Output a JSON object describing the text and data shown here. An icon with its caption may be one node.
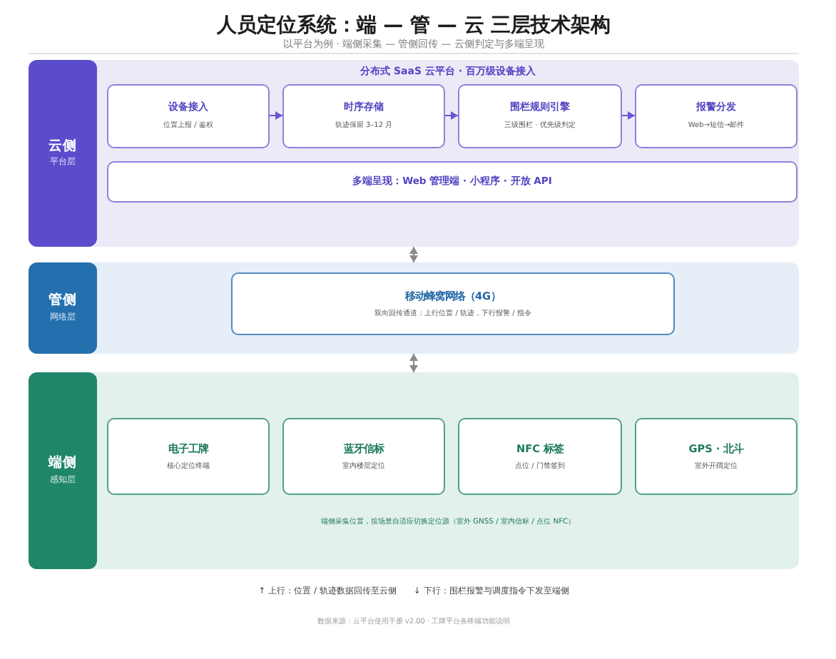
{
  "diagram": {
    "title": "人员定位系统：端 — 管 — 云 三层技术架构",
    "nodes": [
      {
        "text": [
          "云侧",
          "平台层",
          "分布式 SaaS 云平台 · 百万级设备接入"
        ]
      },
      {
        "text": [
          "设备接入",
          "位置上报 / 鉴权"
        ],
        "in": 0
      },
      {
        "text": [
          "时序存储",
          "轨迹保留 3–12 月"
        ],
        "in": 0
      },
      {
        "text": [
          "围栏规则引擎",
          "三级围栏 · 优先级判定"
        ],
        "in": 0
      },
      {
        "text": [
          "报警分发",
          "Web→短信→邮件"
        ],
        "in": 0
      },
      {
        "text": [
          "多端呈现：Web 管理端 · 小程序 · 开放 API"
        ],
        "in": 0
      },
      {
        "text": [
          "管侧",
          "网络层"
        ]
      },
      {
        "text": [
          "移动蜂窝网络（4G）",
          "双向回传通道：上行位置 / 轨迹，下行报警 / 指令"
        ],
        "in": 6
      },
      {
        "text": [
          "端侧",
          "感知层",
          "端侧采集位置，按场景自适应切换定位源（室外 GNSS / 室内信标 / 点位 NFC）"
        ]
      },
      {
        "text": [
          "电子工牌",
          "核心定位终端"
        ],
        "in": 8
      },
      {
        "text": [
          "蓝牙信标",
          "室内楼层定位"
        ],
        "in": 8
      },
      {
        "text": [
          "NFC 标签",
          "点位 / 门禁签到"
        ],
        "in": 8
      },
      {
        "text": [
          "GPS · 北斗",
          "室外开阔定位"
        ],
        "in": 8
      }
    ],
    "edges": [
      {
        "from": 1,
        "to": 2,
        "arrow": "to"
      },
      {
        "from": 2,
        "to": 3,
        "arrow": "to"
      },
      {
        "from": 3,
        "to": 4,
        "arrow": "to"
      },
      {
        "from": 0,
        "to": 6,
        "arrow": "both",
        "color": "#8a8a8a"
      },
      {
        "from": 6,
        "to": 8,
        "arrow": "both",
        "color": "#8a8a8a"
      }
    ],
    "labels": [
      "以平台为例 · 端侧采集 — 管侧回传 — 云侧判定与多端呈现",
      "↑ 上行：位置 / 轨迹数据回传至云侧",
      "↓ 下行：围栏报警与调度指令下发至端侧",
      "数据来源：云平台使用手册 v2.00 · 工牌平台各终端功能说明"
    ]
  }
}
